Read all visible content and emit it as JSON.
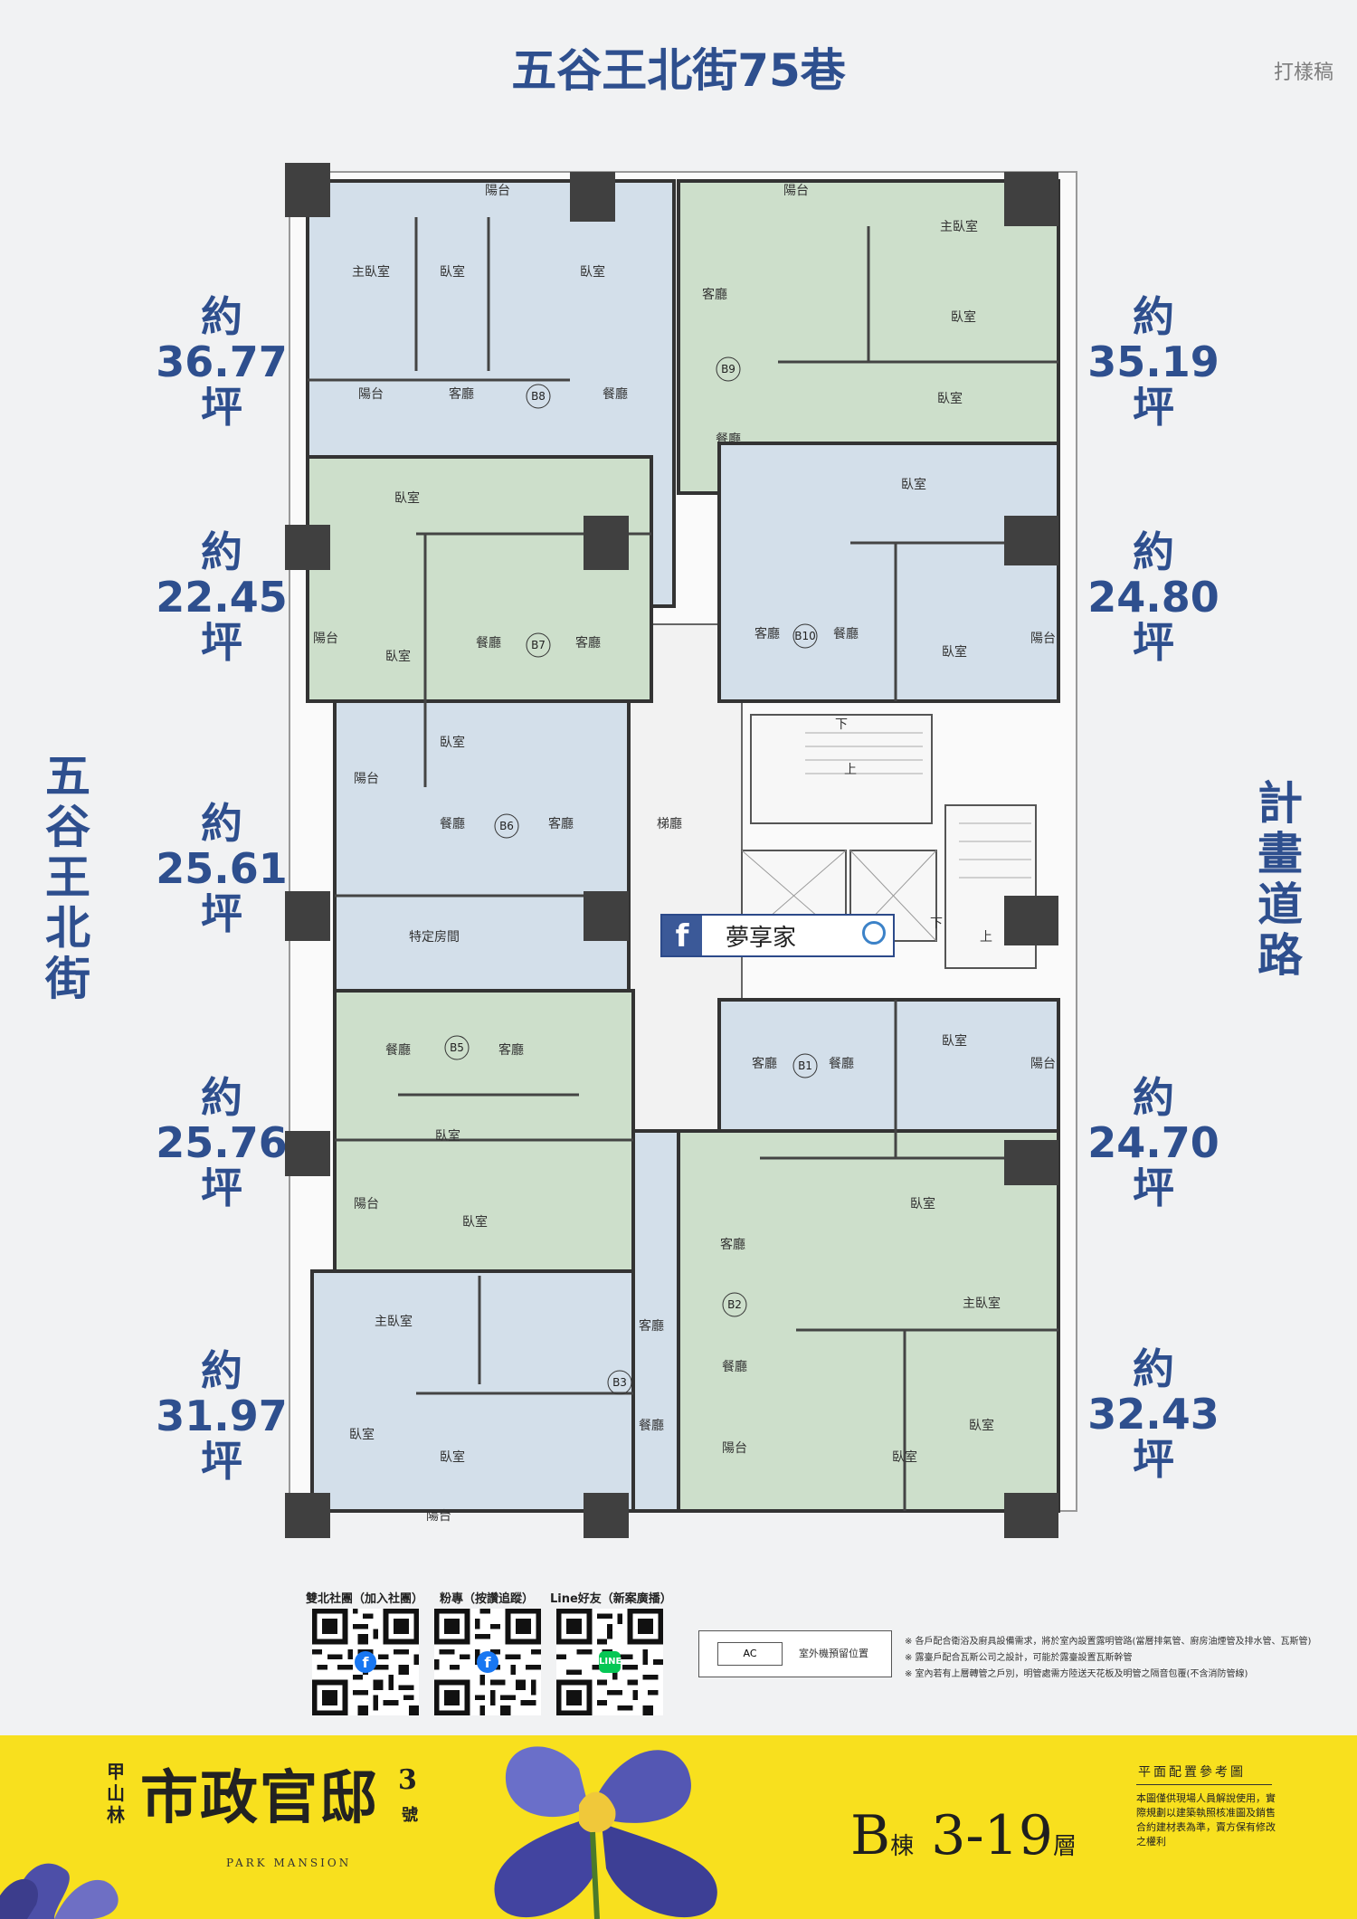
{
  "streets": {
    "top": "五谷王北街75巷",
    "left": "五谷王北街",
    "right": "計畫道路"
  },
  "draft_label": "打樣稿",
  "units_left": [
    {
      "prefix": "約",
      "value": "36.77",
      "unit": "坪"
    },
    {
      "prefix": "約",
      "value": "22.45",
      "unit": "坪"
    },
    {
      "prefix": "約",
      "value": "25.61",
      "unit": "坪"
    },
    {
      "prefix": "約",
      "value": "25.76",
      "unit": "坪"
    },
    {
      "prefix": "約",
      "value": "31.97",
      "unit": "坪"
    }
  ],
  "units_right": [
    {
      "prefix": "約",
      "value": "35.19",
      "unit": "坪"
    },
    {
      "prefix": "約",
      "value": "24.80",
      "unit": "坪"
    },
    {
      "prefix": "約",
      "value": "24.70",
      "unit": "坪"
    },
    {
      "prefix": "約",
      "value": "32.43",
      "unit": "坪"
    }
  ],
  "unit_codes": [
    "B8",
    "B9",
    "B7",
    "B10",
    "B6",
    "B5",
    "B1",
    "B3",
    "B2"
  ],
  "room_labels": {
    "master_bedroom": "主臥室",
    "bedroom": "臥室",
    "balcony": "陽台",
    "living": "客廳",
    "dining": "餐廳",
    "special_room": "特定房間",
    "lobby": "梯廳",
    "up": "上",
    "down": "下"
  },
  "facebook": {
    "label": "夢享家"
  },
  "qr_codes": [
    {
      "label": "雙北社團（加入社團）"
    },
    {
      "label": "粉專（按讚追蹤）"
    },
    {
      "label": "Line好友（新案廣播）"
    }
  ],
  "legend": {
    "tag": "AC",
    "text": "室外機預留位置"
  },
  "notes": [
    "※ 各戶配合衛浴及廚具設備需求，將於室內設置露明管路(當層排氣管、廚房油煙管及排水管、瓦斯管)",
    "※ 露臺戶配合瓦斯公司之設計，可能於露臺設置瓦斯幹管",
    "※ 室內若有上層轉管之戶別，明管處需方陸送天花板及明管之隔音包覆(不含消防管線)"
  ],
  "footer": {
    "district": "甲山林",
    "title": "市政官邸",
    "number": "3",
    "number_suffix": "號",
    "subtitle": "PARK MANSION",
    "building": "B",
    "building_suffix": "棟",
    "floors": "3-19",
    "floors_suffix": "層",
    "plan_ref": "平面配置參考圖",
    "disclaimer": "本圖僅供現場人員解說使用，實際規劃以建築執照核准圖及銷售合約建材表為準，賣方保有修改之權利"
  },
  "colors": {
    "street_text": "#2e4f8e",
    "unit_blue": "#d3dfea",
    "unit_green": "#cddfcb",
    "column": "#404040",
    "footer_bg": "#f8e01e"
  }
}
